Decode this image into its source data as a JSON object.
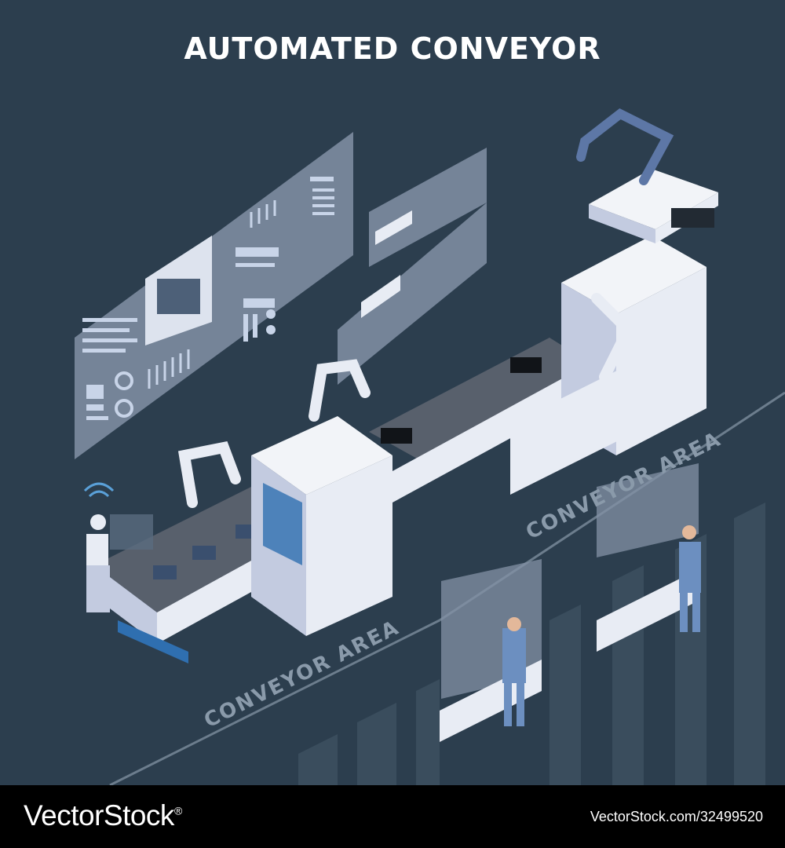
{
  "title": "AUTOMATED CONVEYOR",
  "area_labels": [
    "CONVEYOR AREA",
    "CONVEYOR AREA"
  ],
  "watermark": {
    "logo_text": "VectorStock",
    "registered": "®",
    "url": "VectorStock.com/32499520"
  },
  "colors": {
    "background": "#2c3e4e",
    "machine_white": "#e8ecf4",
    "machine_shade": "#c3cbe0",
    "accent_blue": "#2f6fb0",
    "belt": "#58606c",
    "screen_panel": "#8391a6",
    "label_gray": "#8a9aaa"
  }
}
